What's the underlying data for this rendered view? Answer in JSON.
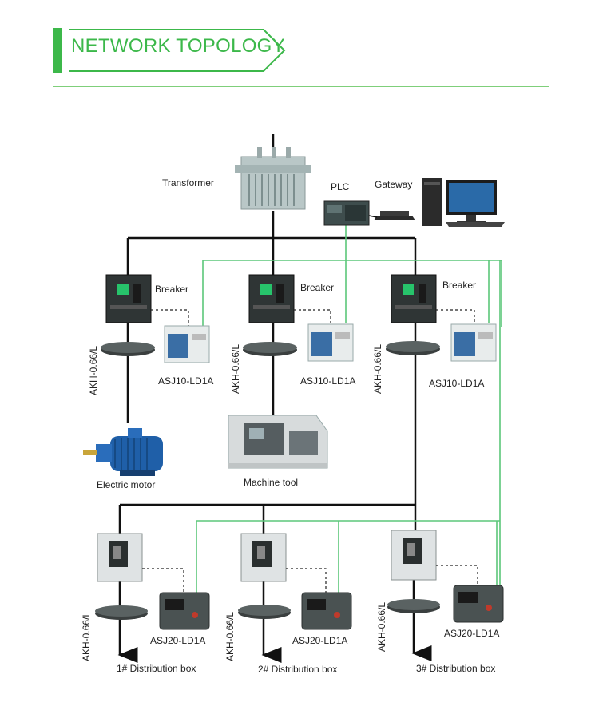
{
  "header": {
    "title": "NETWORK TOPOLOGY"
  },
  "devices": {
    "transformer": "Transformer",
    "plc": "PLC",
    "gateway": "Gateway",
    "breaker": "Breaker",
    "sensor": "AKH-0.66/L",
    "meter_top": "ASJ10-LD1A",
    "meter_bottom": "ASJ20-LD1A",
    "motor": "Electric motor",
    "machine": "Machine tool"
  },
  "distribution_boxes": [
    "1# Distribution box",
    "2# Distribution box",
    "3# Distribution box"
  ],
  "colors": {
    "accent": "#3cb84a",
    "comm_line": "#5cc77a",
    "power_line": "#111111"
  }
}
